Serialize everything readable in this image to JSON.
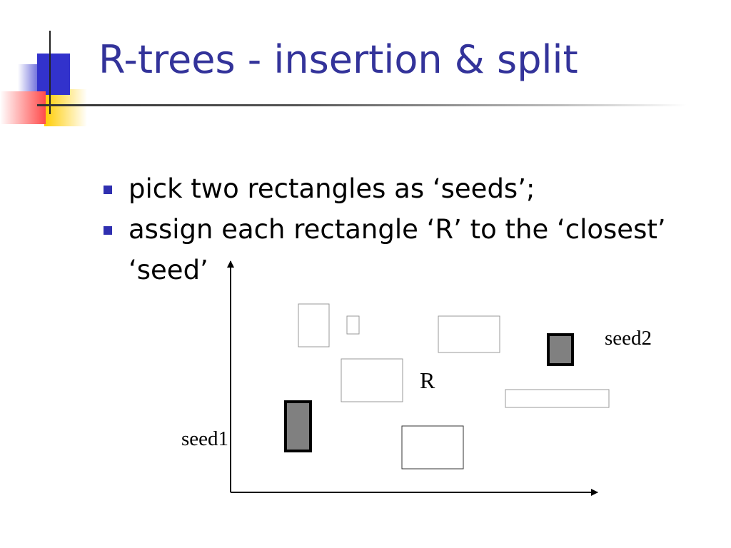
{
  "slide": {
    "title": "R-trees - insertion & split",
    "bullets": [
      "pick two rectangles as ‘seeds’;",
      "assign each rectangle ‘R’ to the ‘closest’ ‘seed’"
    ]
  },
  "diagram": {
    "labels": {
      "seed1": "seed1",
      "seed2": "seed2",
      "r": "R"
    },
    "colors": {
      "seed_fill": "#808080",
      "rect_stroke": "#999999",
      "title": "#33339a",
      "bullet": "#2f2fb0"
    }
  }
}
